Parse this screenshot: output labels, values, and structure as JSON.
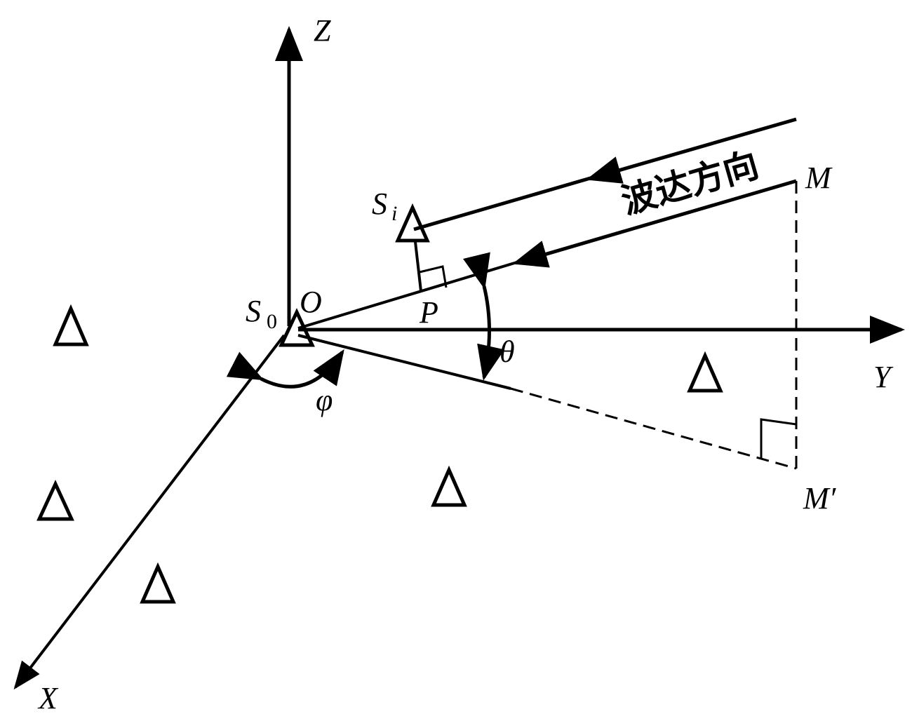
{
  "axes": {
    "z_label": "Z",
    "y_label": "Y",
    "x_label": "X"
  },
  "points": {
    "origin_label": "O",
    "reference_sensor_label": "S",
    "reference_sensor_sub": "0",
    "sensor_i_label": "S",
    "sensor_i_sub": "i",
    "foot_label": "P",
    "source_label": "M",
    "projection_label": "M′"
  },
  "angles": {
    "elevation_label": "θ",
    "azimuth_label": "φ"
  },
  "wave": {
    "direction_label": "波达方向"
  },
  "colors": {
    "ink": "#000000",
    "background": "#ffffff"
  }
}
